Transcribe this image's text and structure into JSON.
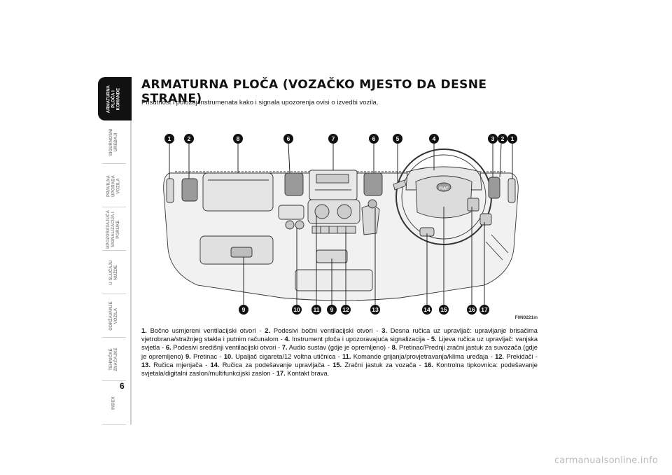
{
  "side_nav": [
    {
      "label": "ARMATURNA\nPLOČA I\nKOMANDE",
      "active": true
    },
    {
      "label": "SIGURNOSNI\nUREĐAJI",
      "active": false
    },
    {
      "label": "PRAVILNA\nUPORABA\nVOZILA",
      "active": false
    },
    {
      "label": "UPOZORAVAJUĆA\nSIGNALIZACIJA I\nPORUKE",
      "active": false
    },
    {
      "label": "U SLUČAJU\nNUŽDE",
      "active": false
    },
    {
      "label": "ODRŽAVANJE\nVOZILA",
      "active": false
    },
    {
      "label": "TEHNIČKE\nZNAČAJKE",
      "active": false
    },
    {
      "label": "INDEX",
      "active": false
    }
  ],
  "page_number": "6",
  "heading": "ARMATURNA PLOČA (VOZAČKO MJESTO DA DESNE STRANE)",
  "subheading": "Prisutnost i položaj instrumenata kako i signala upozorenja ovisi o izvedbi vozila.",
  "figure": {
    "code": "F0N0221m",
    "badge_label": "FIAT",
    "top_callouts": [
      "1",
      "2",
      "8",
      "6",
      "7",
      "6",
      "5",
      "4",
      "3",
      "2",
      "1"
    ],
    "bottom_callouts": [
      "9",
      "10",
      "11",
      "9",
      "12",
      "13",
      "14",
      "15",
      "16",
      "17"
    ]
  },
  "caption_items": [
    {
      "num": "1.",
      "text": "Bočno usmjereni ventilacijski otvori - "
    },
    {
      "num": "2.",
      "text": "Podesivi bočni ventilacijski otvori - "
    },
    {
      "num": "3.",
      "text": "Desna ručica uz upravljač: upravljanje brisačima vjetrobrana/stražnjeg stakla i putnim računalom - "
    },
    {
      "num": "4.",
      "text": "Instrument ploča i upozoravajuća signalizacija - "
    },
    {
      "num": "5.",
      "text": "Lijeva ručica uz upravljač: vanjska svjetla - "
    },
    {
      "num": "6.",
      "text": "Podesivi središnji ventilacijski otvori - "
    },
    {
      "num": "7.",
      "text": "Audio sustav (gdje je opremljeno) - "
    },
    {
      "num": "8.",
      "text": "Pretinac/Prednji zračni jastuk za suvozača (gdje je opremljeno) "
    },
    {
      "num": "9.",
      "text": "Pretinac - "
    },
    {
      "num": "10.",
      "text": "Upaljač cigareta/12 voltna utičnica - "
    },
    {
      "num": "11.",
      "text": "Komande grijanja/provjetravanja/klima uređaja - "
    },
    {
      "num": "12.",
      "text": "Prekidači - "
    },
    {
      "num": "13.",
      "text": "Ručica mjenjača - "
    },
    {
      "num": "14.",
      "text": "Ručica za podešavanje upravljača  - "
    },
    {
      "num": "15.",
      "text": "Zračni jastuk za vozača  - "
    },
    {
      "num": "16.",
      "text": "Kontrolna tipkovnica: podešavanje svjetala/digitalni zaslon/multifunkcijski zaslon - "
    },
    {
      "num": "17.",
      "text": "Kontakt brava."
    }
  ],
  "footer_url": "carmanualsonline.info"
}
